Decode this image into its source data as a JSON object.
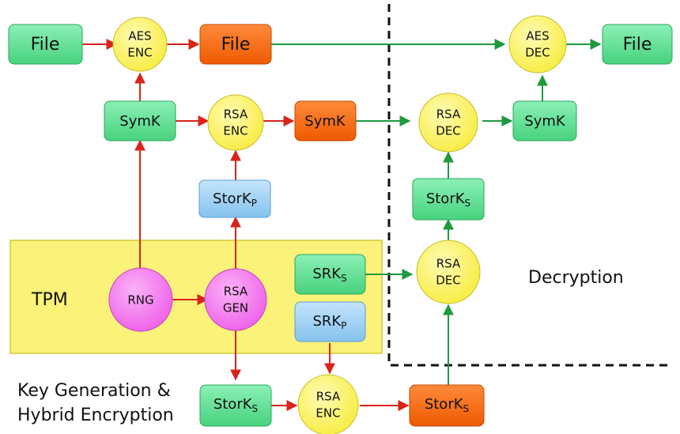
{
  "colors": {
    "green_box": "#66e09a",
    "orange_box": "#ff6a13",
    "blue_box": "#9fd0f5",
    "yellow_node": "#fdf56a",
    "pink_node": "#f57df2",
    "tpm_panel": "#fbf27a",
    "arrow_red": "#d9241c",
    "arrow_green": "#1f9a3e"
  },
  "nodes": {
    "file_in": "File",
    "aes_enc_1": "AES",
    "aes_enc_2": "ENC",
    "file_enc": "File",
    "aes_dec_1": "AES",
    "aes_dec_2": "DEC",
    "file_out": "File",
    "symk_left": "SymK",
    "rsa_enc_1": "RSA",
    "rsa_enc_2": "ENC",
    "symk_enc": "SymK",
    "rsa_dec_top_1": "RSA",
    "rsa_dec_top_2": "DEC",
    "symk_right": "SymK",
    "stork_p_base": "StorK",
    "stork_p_sub": "P",
    "stork_s_right_base": "StorK",
    "stork_s_right_sub": "S",
    "srk_s_base": "SRK",
    "srk_s_sub": "S",
    "rsa_dec_mid_1": "RSA",
    "rsa_dec_mid_2": "DEC",
    "rng": "RNG",
    "rsa_gen_1": "RSA",
    "rsa_gen_2": "GEN",
    "srk_p_base": "SRK",
    "srk_p_sub": "P",
    "stork_s_bottom_base": "StorK",
    "stork_s_bottom_sub": "S",
    "rsa_enc_bottom_1": "RSA",
    "rsa_enc_bottom_2": "ENC",
    "stork_s_enc_base": "StorK",
    "stork_s_enc_sub": "S"
  },
  "labels": {
    "tpm": "TPM",
    "decryption": "Decryption",
    "keygen_line1": "Key Generation &",
    "keygen_line2": "Hybrid Encryption"
  }
}
